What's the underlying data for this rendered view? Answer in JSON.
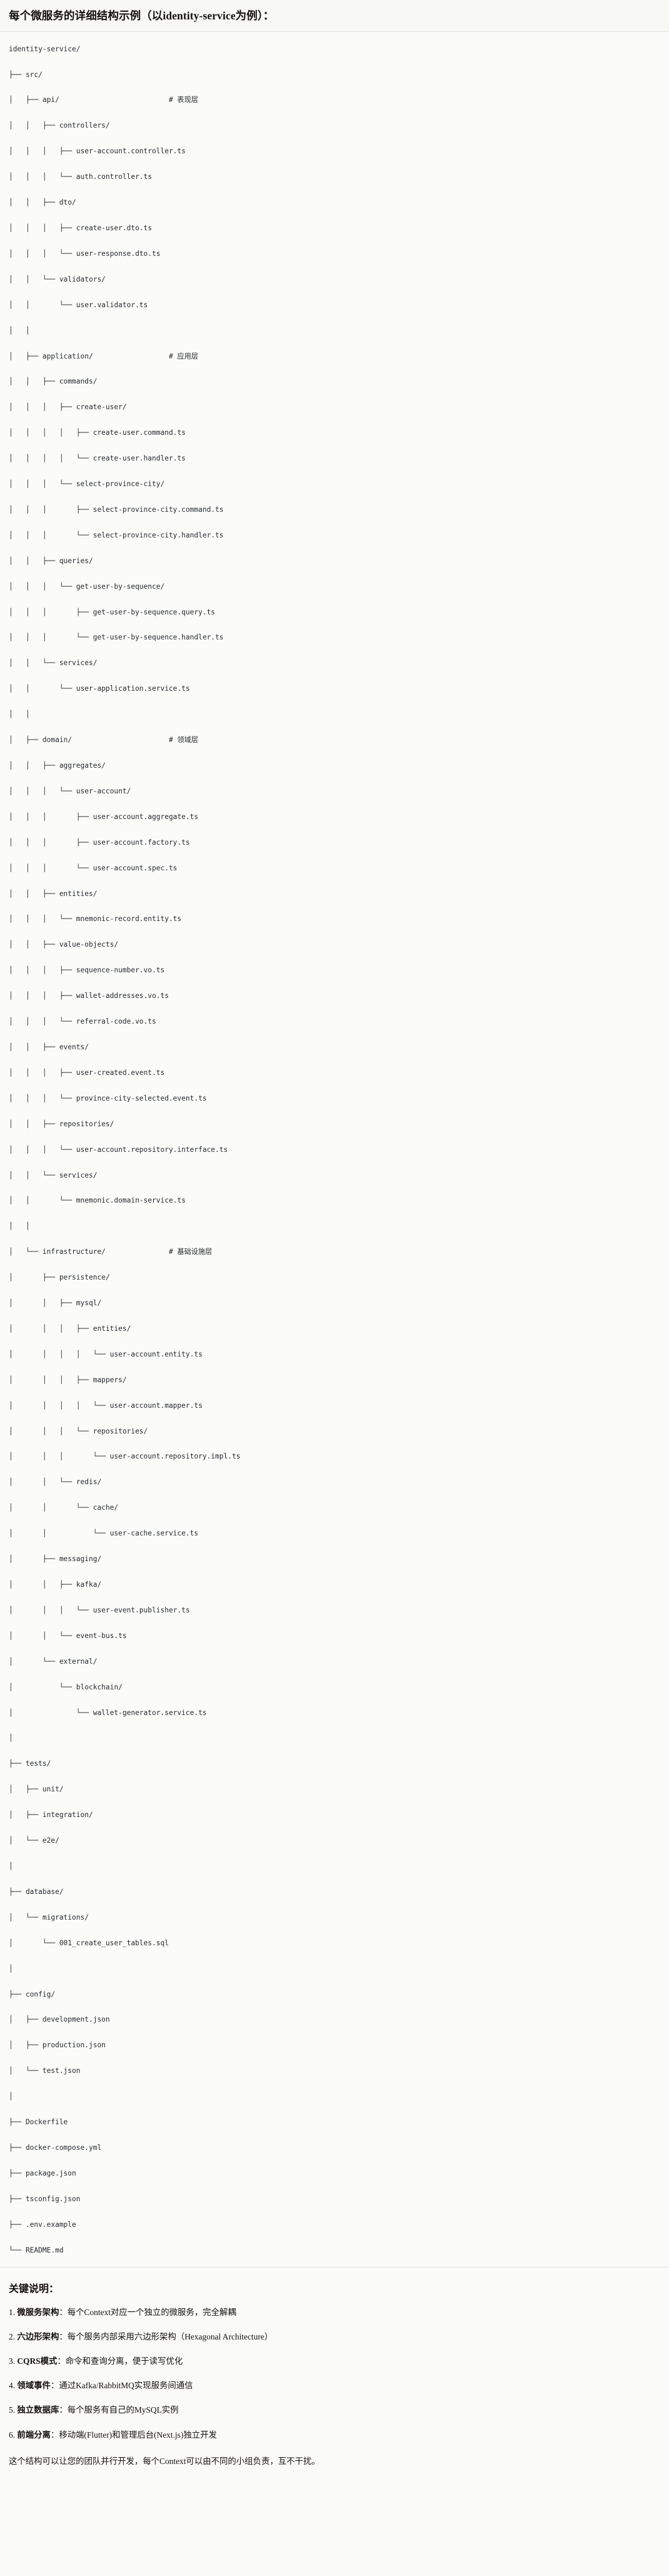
{
  "header": {
    "title": "每个微服务的详细结构示例（以identity-service为例）："
  },
  "tree": {
    "root_label": "identity-service/",
    "lines": [
      "identity-service/",
      "├── src/",
      "│   ├── api/                          # 表现层",
      "│   │   ├── controllers/",
      "│   │   │   ├── user-account.controller.ts",
      "│   │   │   └── auth.controller.ts",
      "│   │   ├── dto/",
      "│   │   │   ├── create-user.dto.ts",
      "│   │   │   └── user-response.dto.ts",
      "│   │   └── validators/",
      "│   │       └── user.validator.ts",
      "│   │",
      "│   ├── application/                  # 应用层",
      "│   │   ├── commands/",
      "│   │   │   ├── create-user/",
      "│   │   │   │   ├── create-user.command.ts",
      "│   │   │   │   └── create-user.handler.ts",
      "│   │   │   └── select-province-city/",
      "│   │   │       ├── select-province-city.command.ts",
      "│   │   │       └── select-province-city.handler.ts",
      "│   │   ├── queries/",
      "│   │   │   └── get-user-by-sequence/",
      "│   │   │       ├── get-user-by-sequence.query.ts",
      "│   │   │       └── get-user-by-sequence.handler.ts",
      "│   │   └── services/",
      "│   │       └── user-application.service.ts",
      "│   │",
      "│   ├── domain/                       # 领域层",
      "│   │   ├── aggregates/",
      "│   │   │   └── user-account/",
      "│   │   │       ├── user-account.aggregate.ts",
      "│   │   │       ├── user-account.factory.ts",
      "│   │   │       └── user-account.spec.ts",
      "│   │   ├── entities/",
      "│   │   │   └── mnemonic-record.entity.ts",
      "│   │   ├── value-objects/",
      "│   │   │   ├── sequence-number.vo.ts",
      "│   │   │   ├── wallet-addresses.vo.ts",
      "│   │   │   └── referral-code.vo.ts",
      "│   │   ├── events/",
      "│   │   │   ├── user-created.event.ts",
      "│   │   │   └── province-city-selected.event.ts",
      "│   │   ├── repositories/",
      "│   │   │   └── user-account.repository.interface.ts",
      "│   │   └── services/",
      "│   │       └── mnemonic.domain-service.ts",
      "│   │",
      "│   └── infrastructure/               # 基础设施层",
      "│       ├── persistence/",
      "│       │   ├── mysql/",
      "│       │   │   ├── entities/",
      "│       │   │   │   └── user-account.entity.ts",
      "│       │   │   ├── mappers/",
      "│       │   │   │   └── user-account.mapper.ts",
      "│       │   │   └── repositories/",
      "│       │   │       └── user-account.repository.impl.ts",
      "│       │   └── redis/",
      "│       │       └── cache/",
      "│       │           └── user-cache.service.ts",
      "│       ├── messaging/",
      "│       │   ├── kafka/",
      "│       │   │   └── user-event.publisher.ts",
      "│       │   └── event-bus.ts",
      "│       └── external/",
      "│           └── blockchain/",
      "│               └── wallet-generator.service.ts",
      "│",
      "├── tests/",
      "│   ├── unit/",
      "│   ├── integration/",
      "│   └── e2e/",
      "│",
      "├── database/",
      "│   └── migrations/",
      "│       └── 001_create_user_tables.sql",
      "│",
      "├── config/",
      "│   ├── development.json",
      "│   ├── production.json",
      "│   └── test.json",
      "│",
      "├── Dockerfile",
      "├── docker-compose.yml",
      "├── package.json",
      "├── tsconfig.json",
      "├── .env.example",
      "└── README.md"
    ],
    "comments": [
      {
        "label": "# 表现层",
        "target": "api/"
      },
      {
        "label": "# 应用层",
        "target": "application/"
      },
      {
        "label": "# 领域层",
        "target": "domain/"
      },
      {
        "label": "# 基础设施层",
        "target": "infrastructure/"
      }
    ]
  },
  "notes": {
    "title": "关键说明：",
    "items": [
      {
        "num": "1.",
        "term": "微服务架构",
        "desc": "：每个Context对应一个独立的微服务，完全解耦"
      },
      {
        "num": "2.",
        "term": "六边形架构",
        "desc": "：每个服务内部采用六边形架构（Hexagonal Architecture）"
      },
      {
        "num": "3.",
        "term": "CQRS模式",
        "desc": "：命令和查询分离，便于读写优化"
      },
      {
        "num": "4.",
        "term": "领域事件",
        "desc": "：通过Kafka/RabbitMQ实现服务间通信"
      },
      {
        "num": "5.",
        "term": "独立数据库",
        "desc": "：每个服务有自己的MySQL实例"
      },
      {
        "num": "6.",
        "term": "前端分离",
        "desc": "：移动端(Flutter)和管理后台(Next.js)独立开发"
      }
    ],
    "closing": "这个结构可以让您的团队并行开发，每个Context可以由不同的小组负责，互不干扰。"
  },
  "colors": {
    "page_bg": "#fafaf8",
    "header_bg": "#f8f8f5",
    "divider": "#e3e3dd",
    "code_text": "#24292e",
    "body_text": "#14110f"
  }
}
